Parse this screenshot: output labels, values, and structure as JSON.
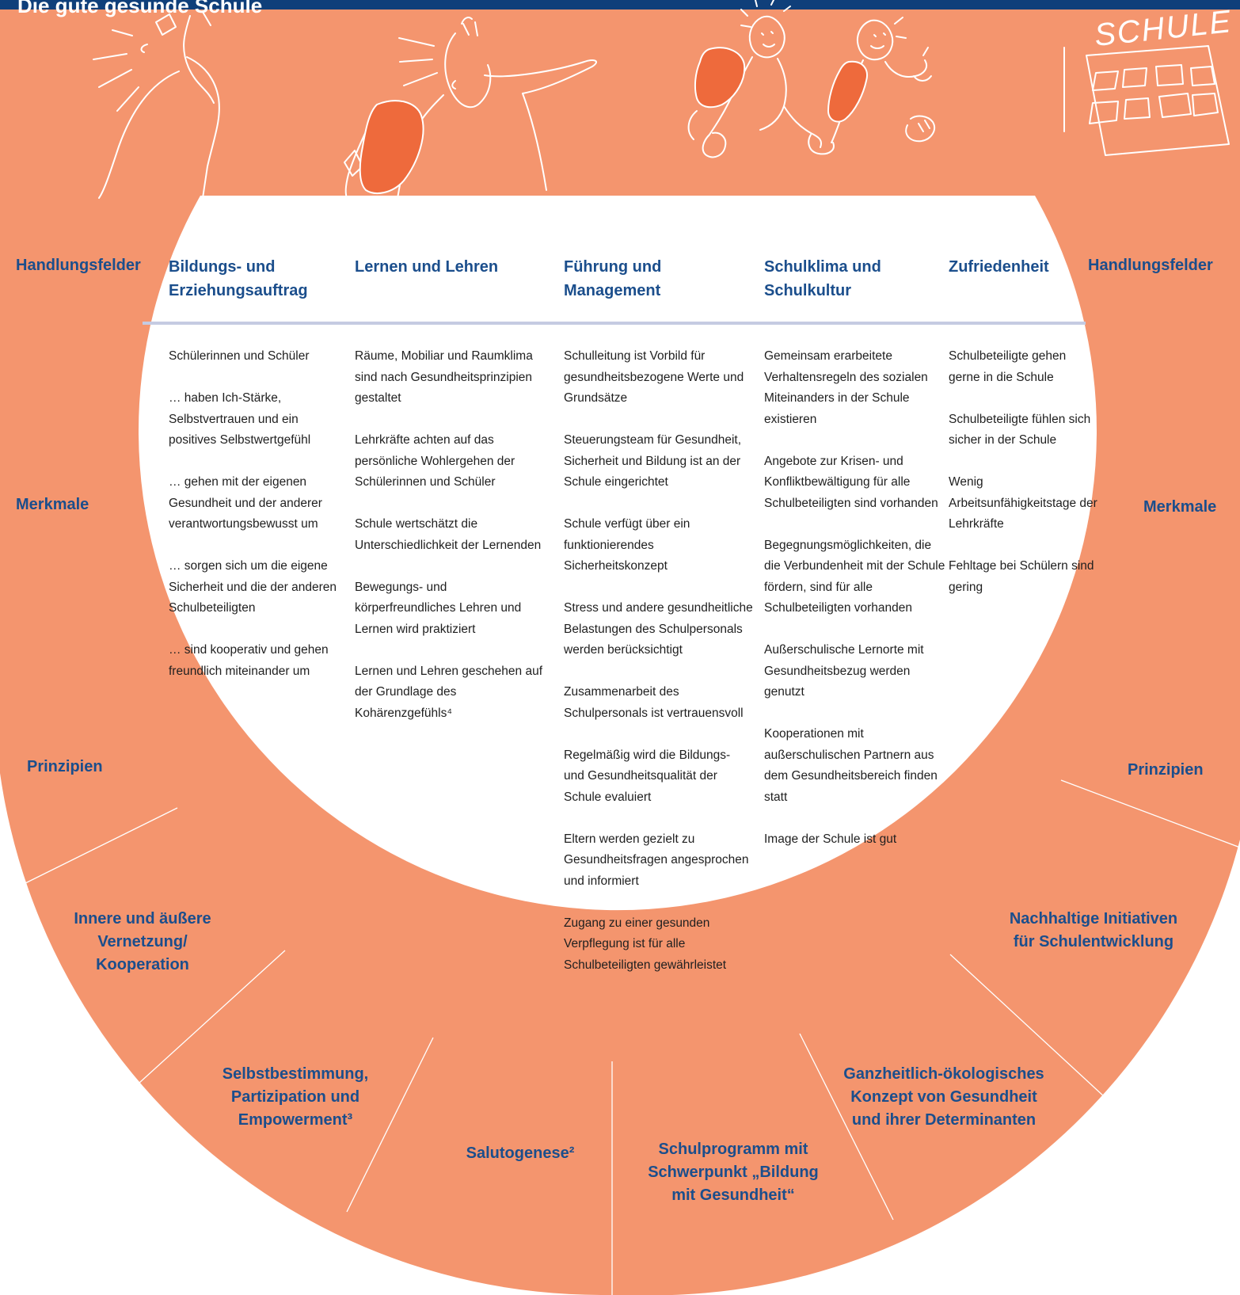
{
  "title": "Die gute gesunde Schule",
  "colors": {
    "salmon": "#f4956e",
    "dark_orange": "#ee6a3c",
    "navy": "#0f3f7a",
    "blue_text": "#1b4e8c",
    "divider": "#c5cbe2"
  },
  "side_labels": {
    "left": [
      "Handlungsfelder",
      "Merkmale",
      "Prinzipien"
    ],
    "right": [
      "Handlungsfelder",
      "Merkmale",
      "Prinzipien"
    ]
  },
  "columns": [
    {
      "heading": [
        "Bildungs- und",
        "Erziehungsauftrag"
      ],
      "intro": "Schülerinnen und Schüler",
      "items": [
        "… haben Ich-Stärke, Selbstvertrauen und ein positives Selbstwertgefühl",
        "… gehen mit der eigenen Gesundheit und der anderer verantwortungsbewusst um",
        "… sorgen sich um die eigene Sicherheit und die der anderen Schulbeteiligten",
        "… sind kooperativ und gehen freundlich miteinander um"
      ]
    },
    {
      "heading": [
        "Lernen und Lehren"
      ],
      "items": [
        "Räume, Mobiliar und Raumklima sind nach Gesundheitsprinzipien gestaltet",
        "Lehrkräfte achten auf das persönliche Wohlergehen der Schülerinnen und Schüler",
        "Schule wertschätzt die Unterschiedlichkeit der Lernenden",
        "Bewegungs- und körperfreundliches Lehren und Lernen wird praktiziert",
        "Lernen und Lehren geschehen auf der Grundlage des Kohärenzgefühls⁴"
      ]
    },
    {
      "heading": [
        "Führung und",
        "Management"
      ],
      "items": [
        "Schulleitung ist Vorbild für gesundheitsbezogene Werte und Grundsätze",
        "Steuerungsteam für Gesundheit, Sicherheit und Bildung ist an der Schule eingerichtet",
        "Schule verfügt über ein funktionierendes Sicherheitskonzept",
        "Stress und andere gesundheitliche Belastungen des Schulpersonals werden berücksichtigt",
        "Zusammenarbeit des Schulpersonals ist vertrauensvoll",
        "Regelmäßig wird die Bildungs- und Gesundheitsqualität der Schule evaluiert",
        "Eltern werden gezielt zu Gesundheitsfragen angesprochen und informiert",
        "Zugang zu einer gesunden Verpflegung ist für alle Schulbeteiligten gewährleistet"
      ]
    },
    {
      "heading": [
        "Schulklima und",
        "Schulkultur"
      ],
      "items": [
        "Gemeinsam erarbeitete Verhaltensregeln des sozialen Miteinanders in der Schule existieren",
        "Angebote zur Krisen- und Konfliktbewältigung für alle Schulbeteiligten sind vorhanden",
        "Begegnungsmöglichkeiten, die die Verbundenheit mit der Schule fördern, sind für alle Schulbeteiligten vorhanden",
        "Außerschulische Lernorte mit Gesundheitsbezug werden genutzt",
        "Kooperationen mit außerschulischen Partnern aus dem Gesundheitsbereich finden statt",
        "Image der Schule ist gut"
      ]
    },
    {
      "heading": [
        "Zufriedenheit"
      ],
      "items": [
        "Schulbeteiligte gehen gerne in die Schule",
        "Schulbeteiligte fühlen sich sicher in der Schule",
        "Wenig Arbeitsunfähigkeitstage der Lehrkräfte",
        "Fehltage bei Schülern sind gering"
      ]
    }
  ],
  "principles": [
    {
      "lines": [
        "Innere und äußere",
        "Vernetzung/",
        "Kooperation"
      ]
    },
    {
      "lines": [
        "Selbstbestimmung,",
        "Partizipation und",
        "Empowerment³"
      ]
    },
    {
      "lines": [
        "Salutogenese²"
      ]
    },
    {
      "lines": [
        "Schulprogramm mit",
        "Schwerpunkt „Bildung",
        "mit Gesundheit“"
      ]
    },
    {
      "lines": [
        "Ganzheitlich-ökologisches",
        "Konzept von Gesundheit",
        "und ihrer Determinanten"
      ]
    },
    {
      "lines": [
        "Nachhaltige Initiativen",
        "für Schulentwicklung"
      ]
    }
  ],
  "illustration": {
    "building_sign": "SCHULE"
  }
}
